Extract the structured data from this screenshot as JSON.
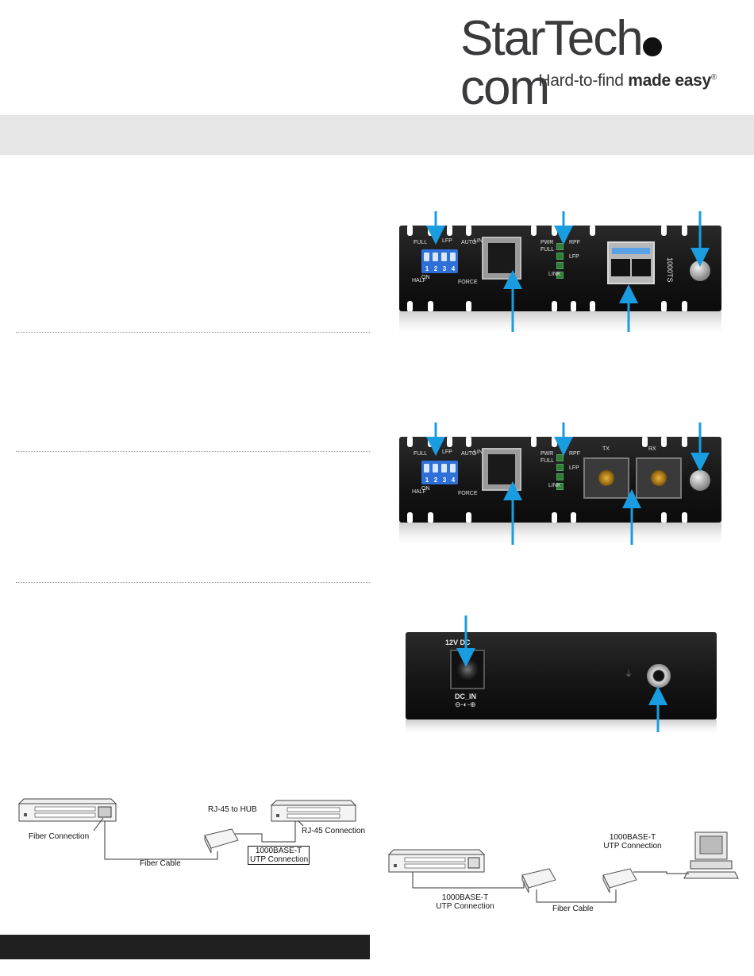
{
  "brand": {
    "logo_start": "StarTech",
    "logo_end": "com",
    "tagline_light": "Hard-to-find ",
    "tagline_bold": "made easy",
    "tagline_mark": "®"
  },
  "front_panel_sfp": {
    "dip_left_top": "FULL",
    "dip_left_bottom": "HALF",
    "dip_top_right": "LFP",
    "dip_right_top": "AUTO",
    "dip_right_bottom": "FORCE",
    "dip_on": "ON",
    "dip_numbers": [
      "1",
      "2",
      "3",
      "4"
    ],
    "port_label": "LINK",
    "led_labels_left": [
      "PWR",
      "FULL"
    ],
    "led_labels_right": [
      "RPF",
      "LFP",
      "LINK"
    ],
    "model": "1000TS"
  },
  "front_panel_sc": {
    "dip_left_top": "FULL",
    "dip_left_bottom": "HALF",
    "dip_top_right": "LFP",
    "dip_right_top": "AUTO",
    "dip_right_bottom": "FORCE",
    "dip_on": "ON",
    "dip_numbers": [
      "1",
      "2",
      "3",
      "4"
    ],
    "port_label": "LINK",
    "led_labels_left": [
      "PWR",
      "FULL"
    ],
    "led_labels_right": [
      "RPF",
      "LFP",
      "LINK"
    ],
    "tx": "TX",
    "rx": "RX"
  },
  "rear_panel": {
    "power_label": "12V DC",
    "dc_in_label": "DC_IN"
  },
  "diagram_left": {
    "fiber_connection": "Fiber Connection",
    "fiber_cable": "Fiber Cable",
    "rj45_to_hub": "RJ-45 to HUB",
    "rj45_connection": "RJ-45 Connection",
    "utp_line1": "1000BASE-T",
    "utp_line2": "UTP Connection"
  },
  "diagram_right": {
    "utp_top_line1": "1000BASE-T",
    "utp_top_line2": "UTP Connection",
    "utp_bottom_line1": "1000BASE-T",
    "utp_bottom_line2": "UTP Connection",
    "fiber_cable": "Fiber Cable"
  },
  "colors": {
    "arrow": "#1a9de0",
    "band": "#e6e6e7",
    "footer_bar": "#202020"
  }
}
